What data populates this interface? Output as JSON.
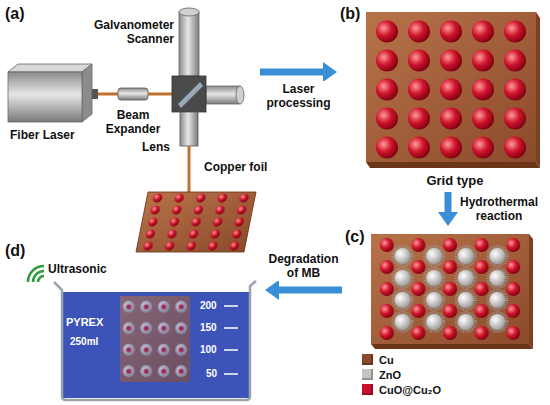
{
  "diagram": {
    "nodes": [
      {
        "text": [
          "(a)"
        ]
      },
      {
        "text": [
          "(b)",
          "Grid type"
        ]
      },
      {
        "text": [
          "(c)"
        ]
      },
      {
        "text": [
          "(d)"
        ]
      }
    ],
    "edges": [
      {
        "from": 0,
        "to": 1,
        "arrow": "to",
        "label": "Laser processing"
      },
      {
        "from": 1,
        "to": 2,
        "arrow": "to",
        "label": "Hydrothermal reaction"
      },
      {
        "from": 2,
        "to": 3,
        "arrow": "to",
        "label": "Degradation of MB"
      }
    ],
    "labels": [
      "Galvanometer Scanner",
      "Beam Expander",
      "Fiber Laser",
      "Lens",
      "Copper foil",
      "Ultrasonic",
      "PYREX",
      "250ml",
      "200",
      "150",
      "100",
      "50"
    ],
    "legend": [
      {
        "text": "Cu",
        "color": "#8b4a2b"
      },
      {
        "text": "ZnO",
        "color": "#c4c4c4"
      },
      {
        "text": "CuO@Cu₂O",
        "color": "#c8102e"
      }
    ]
  }
}
